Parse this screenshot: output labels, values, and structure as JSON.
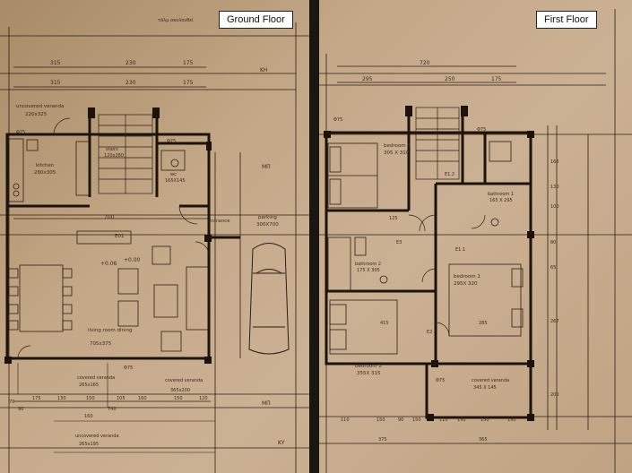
{
  "panels": {
    "ground": {
      "label": "Ground Floor",
      "top_note": "τάλμ ακολουθεί",
      "dims_top": [
        "315",
        "230",
        "175",
        "315",
        "230",
        "175"
      ],
      "dims_mid": [
        "700"
      ],
      "dims_bottom": [
        "70",
        "175",
        "130",
        "150",
        "105",
        "160",
        "150",
        "120",
        "740",
        "160",
        "90"
      ],
      "rooms": [
        {
          "name": "uncovered veranda",
          "size": "220x325"
        },
        {
          "name": "stairs",
          "size": "120x280"
        },
        {
          "name": "kitchen",
          "size": "280x305"
        },
        {
          "name": "wc",
          "size": "165X145"
        },
        {
          "name": "entrance",
          "size": ""
        },
        {
          "name": "parking",
          "size": "300X700"
        },
        {
          "name": "living room dining",
          "size": "705x375"
        },
        {
          "name": "covered veranda",
          "size": "265x165"
        },
        {
          "name": "covered veranda",
          "size": "365x200"
        },
        {
          "name": "uncovered veranda",
          "size": "265x195"
        }
      ],
      "codes": [
        "KH",
        "MΠ",
        "MΠ",
        "KY",
        "Φ75",
        "Φ75",
        "E01",
        "+0.06",
        "+0.00",
        "Φ75"
      ]
    },
    "first": {
      "label": "First Floor",
      "dims_top": [
        "720",
        "295",
        "250",
        "175"
      ],
      "dims_right": [
        "165",
        "130",
        "100",
        "80",
        "65",
        "267",
        "200"
      ],
      "dims_bottom": [
        "110",
        "150",
        "90",
        "150",
        "110",
        "150",
        "150",
        "150",
        "375",
        "365"
      ],
      "rooms": [
        {
          "name": "bedroom 3",
          "size": "305 X 310"
        },
        {
          "name": "bathroom 1",
          "size": "165 X 295"
        },
        {
          "name": "bathroom 2",
          "size": "175 X 305"
        },
        {
          "name": "bedroom 1",
          "size": "295X 320"
        },
        {
          "name": "bedroom 2",
          "size": "355X 315"
        },
        {
          "name": "covered veranda",
          "size": "345 X 145"
        }
      ],
      "codes": [
        "Φ75",
        "Φ75",
        "E1.2",
        "E1.1",
        "E3",
        "E2",
        "125",
        "415",
        "285",
        "Φ75"
      ]
    }
  },
  "colors": {
    "paper": "#c4a988",
    "ink": "#2b1f14",
    "divider": "#1a1612"
  }
}
